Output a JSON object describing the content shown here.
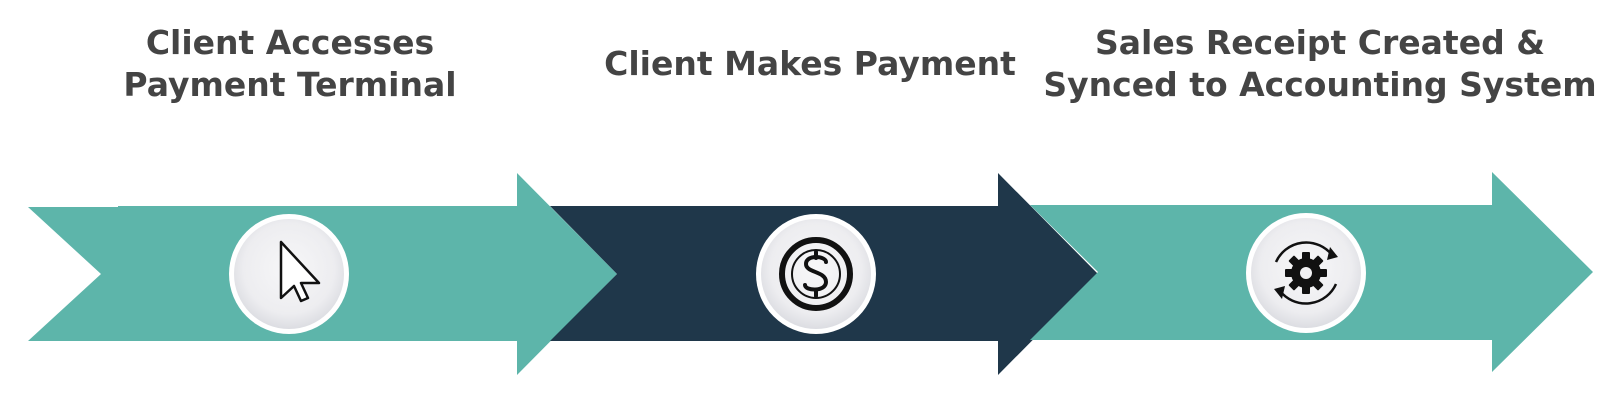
{
  "steps": [
    {
      "title_lines": [
        "Client Accesses",
        "Payment Terminal"
      ],
      "icon": "cursor-icon"
    },
    {
      "title_lines": [
        "Client Makes Payment"
      ],
      "icon": "dollar-coin-icon"
    },
    {
      "title_lines": [
        "Sales Receipt Created &",
        "Synced to Accounting System"
      ],
      "icon": "gear-sync-icon"
    }
  ],
  "colors": {
    "teal": "#5db5aa",
    "navy": "#1f374a",
    "text": "#444444",
    "circle": "#f1f1f3"
  }
}
